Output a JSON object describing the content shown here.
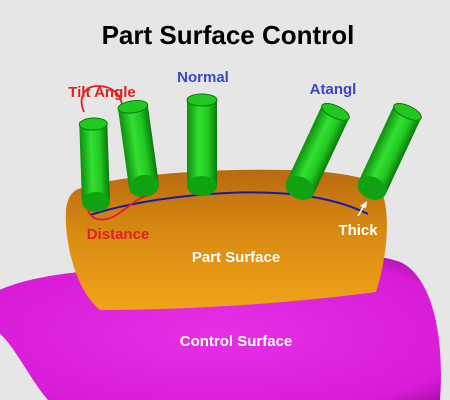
{
  "title": "Part Surface Control",
  "labels": {
    "tilt_angle": "Tilt Angle",
    "normal": "Normal",
    "atangl": "Atangl",
    "distance": "Distance",
    "thick": "Thick",
    "part_surface": "Part Surface",
    "control_surface": "Control Surface"
  },
  "colors": {
    "background": "#e6e6e6",
    "title": "#000000",
    "red_label": "#e02020",
    "blue_label": "#3a46c8",
    "white_label": "#ffffff",
    "tool_green": "#22cc22",
    "part_surface": "#e8a010",
    "control_surface": "#e020e0",
    "contact_curve": "#1a1aa8"
  }
}
